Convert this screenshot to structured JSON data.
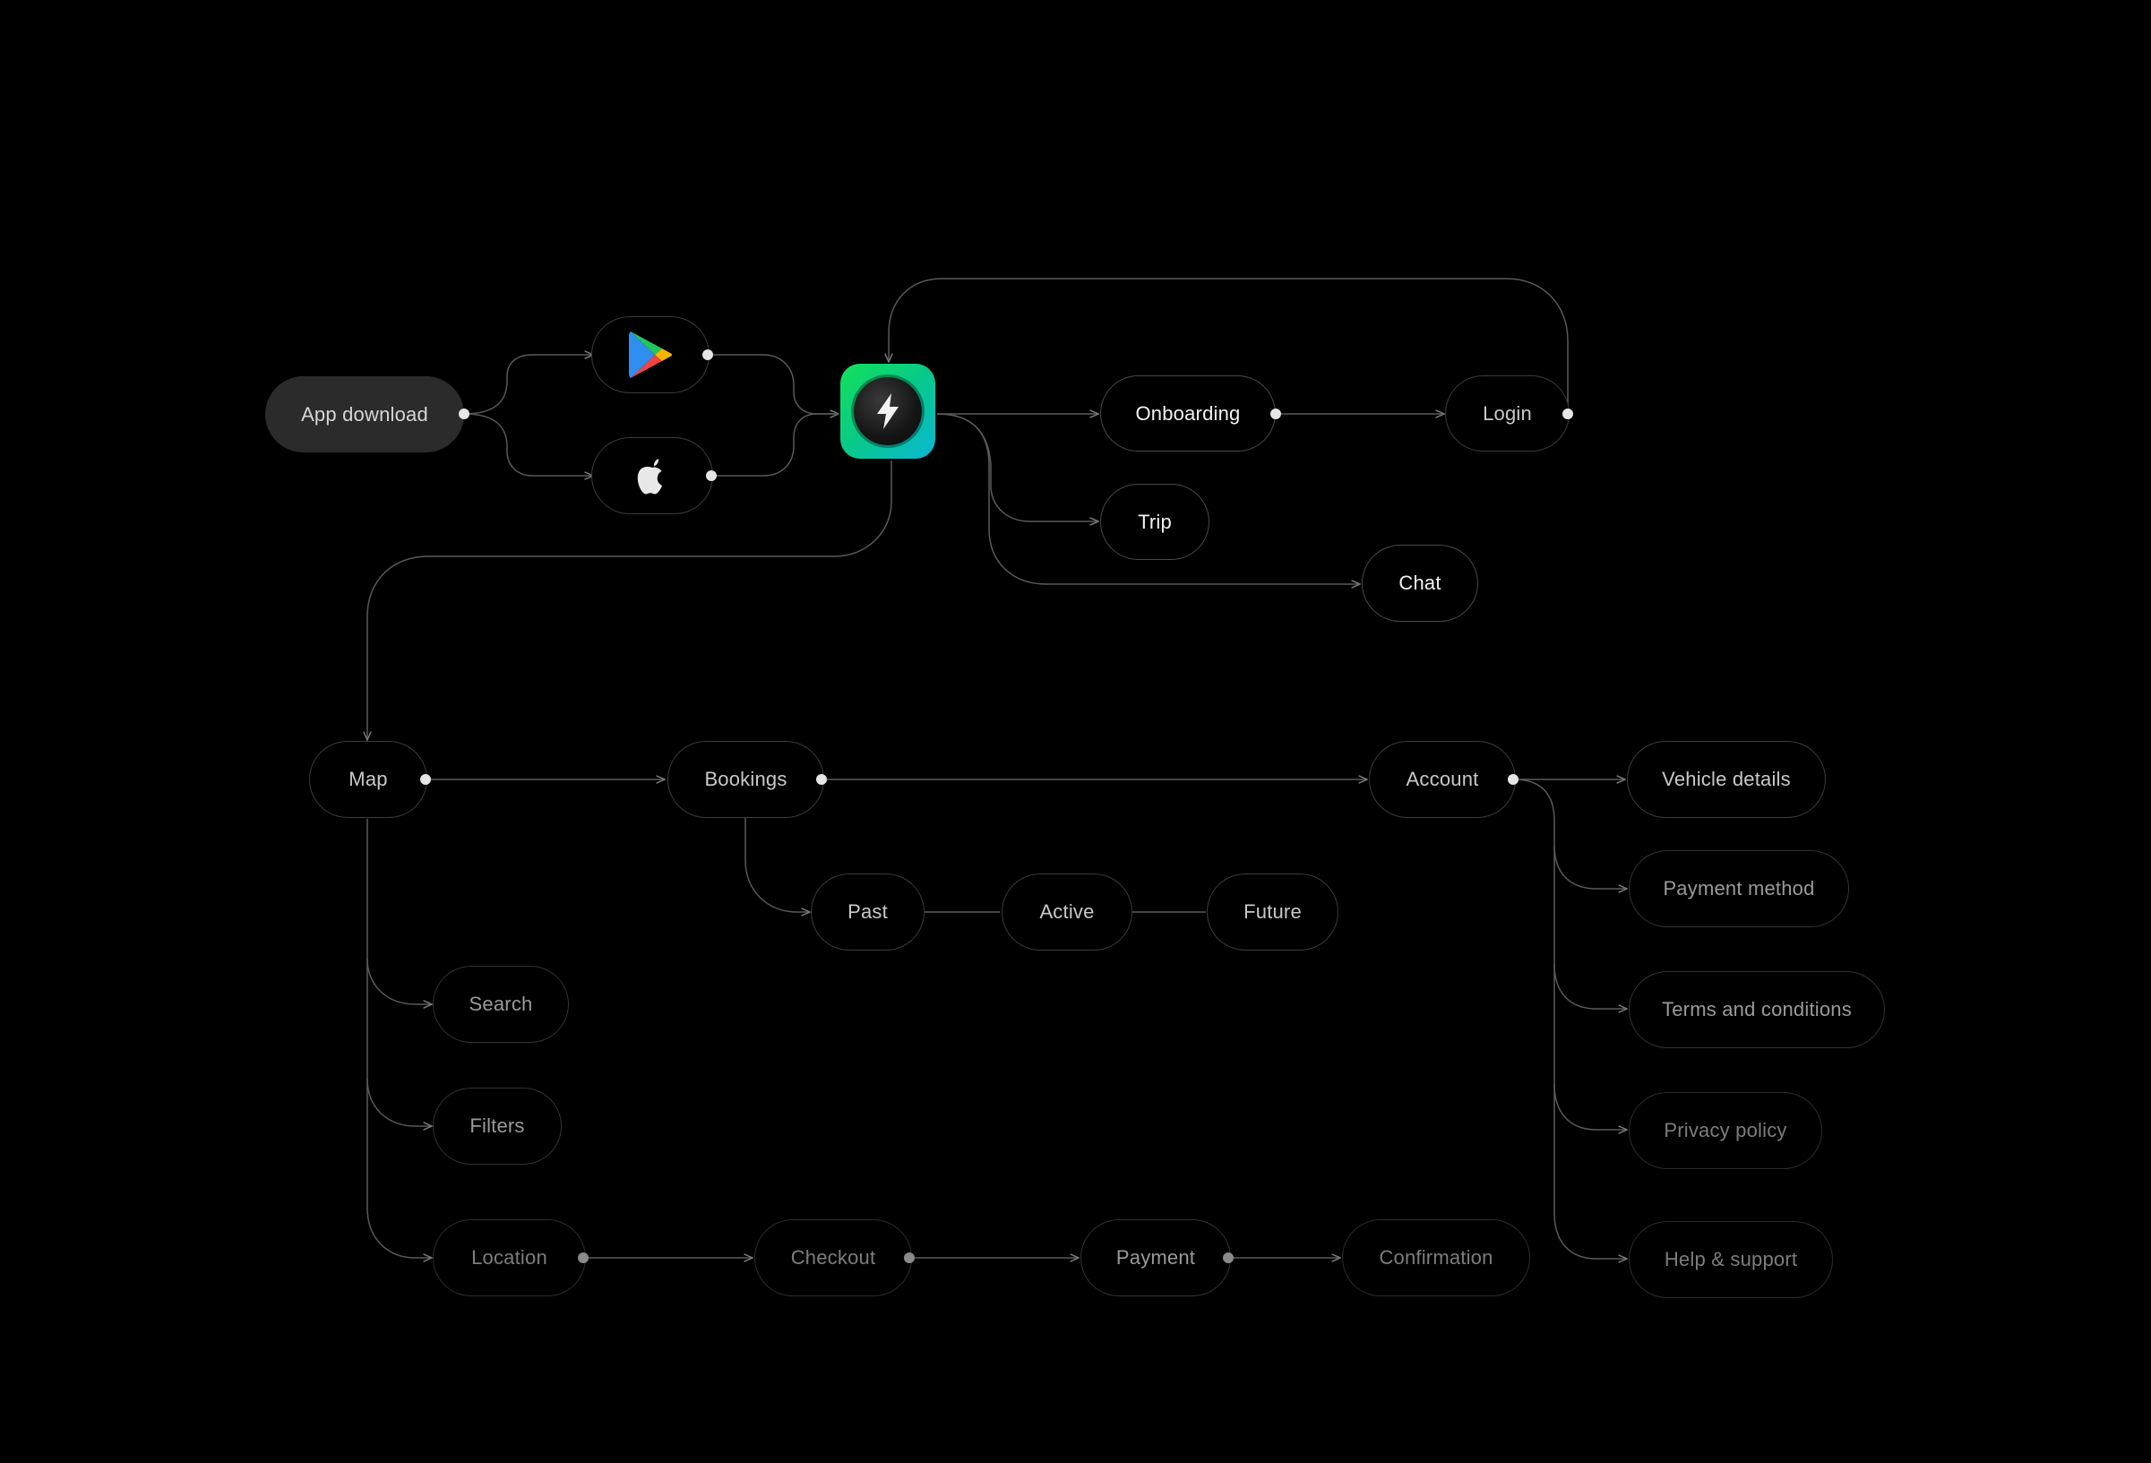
{
  "colors": {
    "background": "#000000",
    "connector": "#5a5a5a",
    "app_icon_gradient": [
      "#13e05a",
      "#09b7d6"
    ]
  },
  "nodes": {
    "app_download": "App download",
    "google_play": "google-play-icon",
    "apple": "apple-icon",
    "app": "lightning-bolt-icon",
    "onboarding": "Onboarding",
    "login": "Login",
    "trip": "Trip",
    "chat": "Chat",
    "map": "Map",
    "bookings": "Bookings",
    "account": "Account",
    "past": "Past",
    "active": "Active",
    "future": "Future",
    "search": "Search",
    "filters": "Filters",
    "location": "Location",
    "checkout": "Checkout",
    "payment": "Payment",
    "confirmation": "Confirmation",
    "vehicle_details": "Vehicle details",
    "payment_method": "Payment method",
    "terms": "Terms and conditions",
    "privacy": "Privacy policy",
    "help": "Help & support"
  }
}
